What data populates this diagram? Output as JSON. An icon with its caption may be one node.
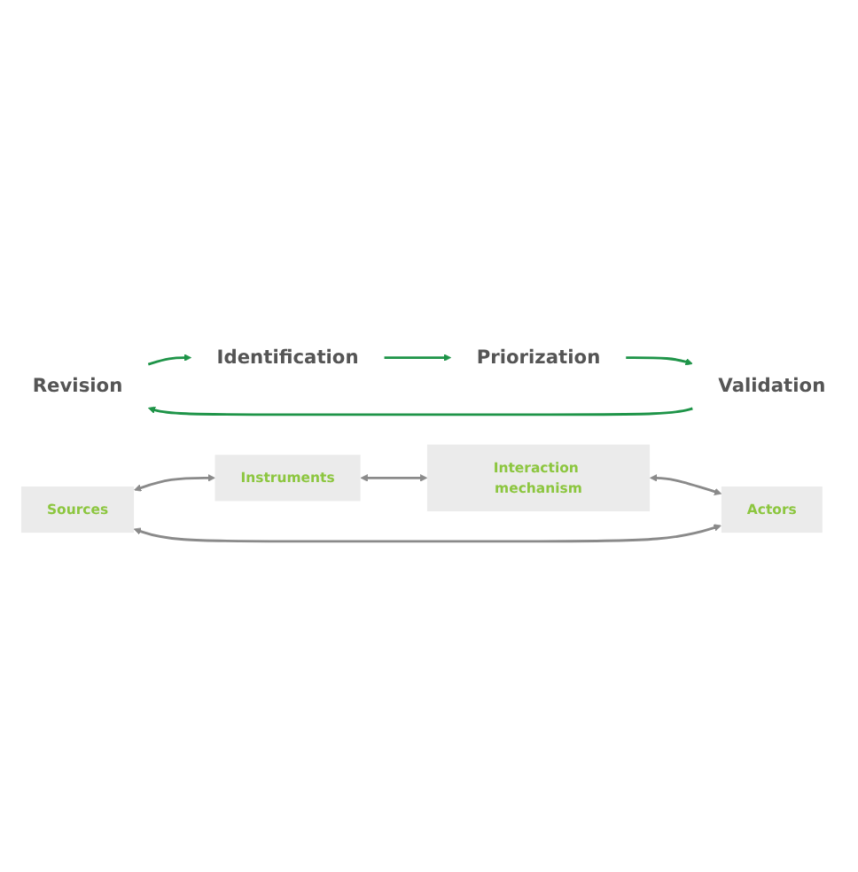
{
  "diagram": {
    "nodes": [
      {
        "text": [
          "Revision"
        ]
      },
      {
        "text": [
          "Identification"
        ]
      },
      {
        "text": [
          "Priorization"
        ]
      },
      {
        "text": [
          "Validation"
        ]
      },
      {
        "text": [
          "Sources"
        ]
      },
      {
        "text": [
          "Instruments"
        ]
      },
      {
        "text": [
          "Interaction mechanism"
        ]
      },
      {
        "text": [
          "Actors"
        ]
      }
    ],
    "edges": [
      {
        "from": 0,
        "to": 1,
        "arrow": "to",
        "color": "#1e9448"
      },
      {
        "from": 1,
        "to": 2,
        "arrow": "to",
        "color": "#1e9448"
      },
      {
        "from": 2,
        "to": 3,
        "arrow": "to",
        "color": "#1e9448"
      },
      {
        "from": 3,
        "to": 0,
        "arrow": "to",
        "color": "#1e9448"
      },
      {
        "from": 4,
        "to": 5,
        "arrow": "both",
        "color": "#8a8a8a"
      },
      {
        "from": 5,
        "to": 6,
        "arrow": "both",
        "color": "#8a8a8a"
      },
      {
        "from": 6,
        "to": 7,
        "arrow": "both",
        "color": "#8a8a8a"
      },
      {
        "from": 7,
        "to": 4,
        "arrow": "both",
        "color": "#8a8a8a"
      }
    ]
  }
}
